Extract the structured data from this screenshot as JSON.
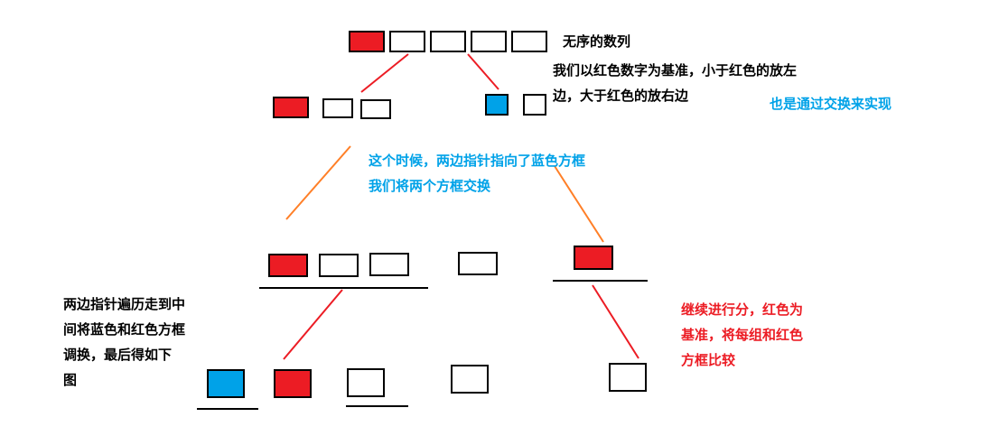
{
  "colors": {
    "red": "#ec1c24",
    "blue": "#00a2e8",
    "orange": "#ff7f27",
    "black": "#000000"
  },
  "labels": {
    "unordered": "无序的数列",
    "pivot_rule": "我们以红色数字为基准，小于红色的放左\n边，大于红色的放右边",
    "swap_note": "也是通过交换来实现",
    "pointer_note": "这个时候，两边指针指向了蓝色方框\n 我们将两个方框交换",
    "traverse_note": "两边指针遍历走到中\n间将蓝色和红色方框\n   调换，最后得如下\n   图",
    "continue_note": "继续进行分，红色为\n基准，将每组和红色\n方框比较"
  }
}
